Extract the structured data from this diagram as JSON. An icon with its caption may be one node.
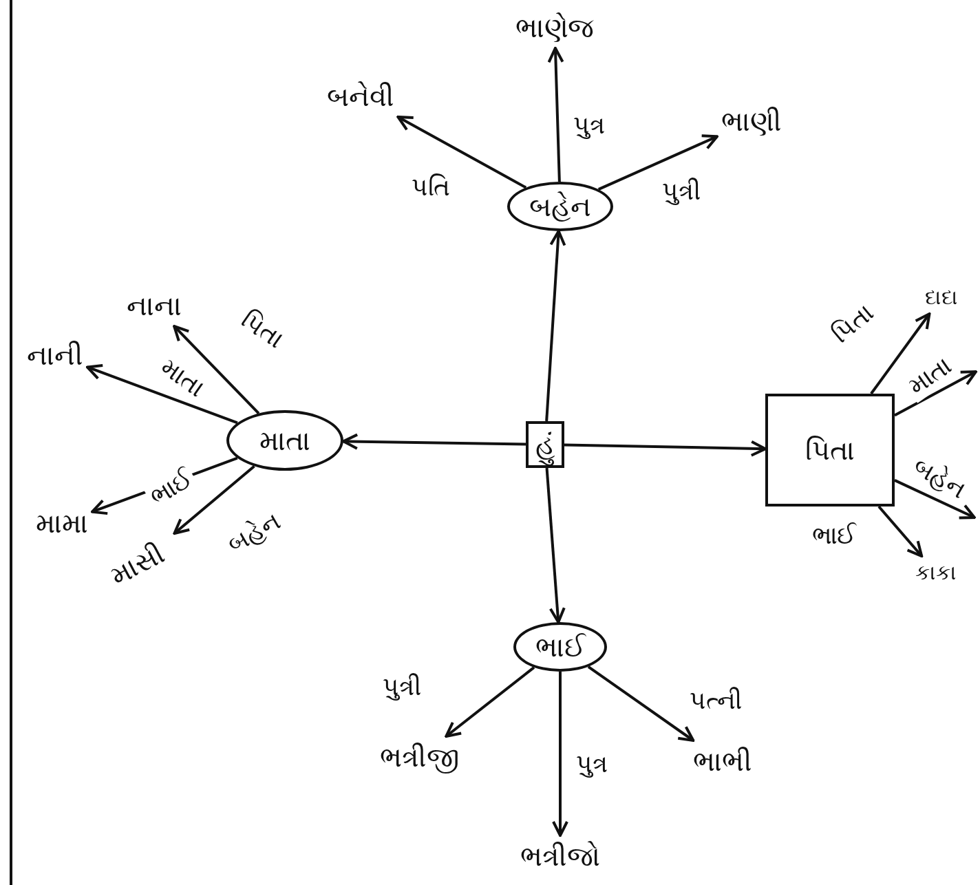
{
  "diagram": {
    "nodes": [
      {
        "text": [
          "હું"
        ]
      },
      {
        "text": [
          "બહેન"
        ]
      },
      {
        "text": [
          "ભાણેજ"
        ]
      },
      {
        "text": [
          "બનેવી"
        ]
      },
      {
        "text": [
          "ભાણી"
        ]
      },
      {
        "text": [
          "માતા"
        ]
      },
      {
        "text": [
          "નાના"
        ]
      },
      {
        "text": [
          "નાની"
        ]
      },
      {
        "text": [
          "મામા"
        ]
      },
      {
        "text": [
          "માસી"
        ]
      },
      {
        "text": [
          "પિતા"
        ]
      },
      {
        "text": [
          "દાદા"
        ]
      },
      {
        "text": [
          "કાકા"
        ]
      },
      {
        "text": [
          "ભાઈ"
        ]
      },
      {
        "text": [
          "ભત્રીજી"
        ]
      },
      {
        "text": [
          "ભત્રીજો"
        ]
      },
      {
        "text": [
          "ભાભી"
        ]
      }
    ],
    "edges": [
      {
        "from": 0,
        "to": 1,
        "arrow": "to"
      },
      {
        "from": 0,
        "to": 5,
        "arrow": "to"
      },
      {
        "from": 0,
        "to": 10,
        "arrow": "to"
      },
      {
        "from": 0,
        "to": 13,
        "arrow": "to"
      },
      {
        "from": 1,
        "to": 3,
        "arrow": "to",
        "label": "પતિ"
      },
      {
        "from": 1,
        "to": 2,
        "arrow": "to",
        "label": "પુત્ર"
      },
      {
        "from": 1,
        "to": 4,
        "arrow": "to",
        "label": "પુત્રી"
      },
      {
        "from": 5,
        "to": 6,
        "arrow": "to",
        "label": "પિતા"
      },
      {
        "from": 5,
        "to": 7,
        "arrow": "to",
        "label": "માતા"
      },
      {
        "from": 5,
        "to": 8,
        "arrow": "to",
        "label": "ભાઈ"
      },
      {
        "from": 5,
        "to": 9,
        "arrow": "to",
        "label": "બહેન"
      },
      {
        "from": 10,
        "to": 11,
        "arrow": "to",
        "label": "પિતા"
      },
      {
        "from": 10,
        "to": null,
        "arrow": "to",
        "label": "માતા"
      },
      {
        "from": 10,
        "to": null,
        "arrow": "to",
        "label": "બહેન"
      },
      {
        "from": 10,
        "to": 12,
        "arrow": "to",
        "label": "ભાઈ"
      },
      {
        "from": 13,
        "to": 14,
        "arrow": "to",
        "label": "પુત્રી"
      },
      {
        "from": 13,
        "to": 15,
        "arrow": "to",
        "label": "પુત્ર"
      },
      {
        "from": 13,
        "to": 16,
        "arrow": "to",
        "label": "પત્ની"
      }
    ]
  }
}
